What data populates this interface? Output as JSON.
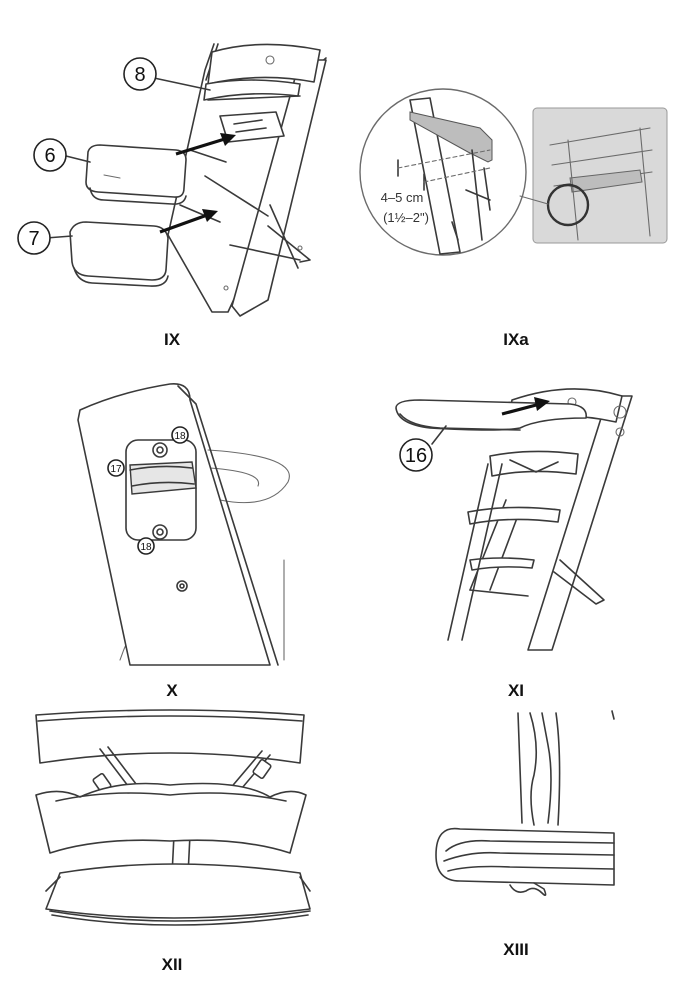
{
  "steps": [
    {
      "label": "IX",
      "callouts": [
        "8",
        "6",
        "7"
      ]
    },
    {
      "label": "IXa",
      "measurement": "4–5 cm",
      "measurement_inch": "(1½–2\")"
    },
    {
      "label": "X",
      "callouts": [
        "18",
        "17",
        "18"
      ]
    },
    {
      "label": "XI",
      "callouts": [
        "16"
      ]
    },
    {
      "label": "XII"
    },
    {
      "label": "XIII"
    }
  ]
}
